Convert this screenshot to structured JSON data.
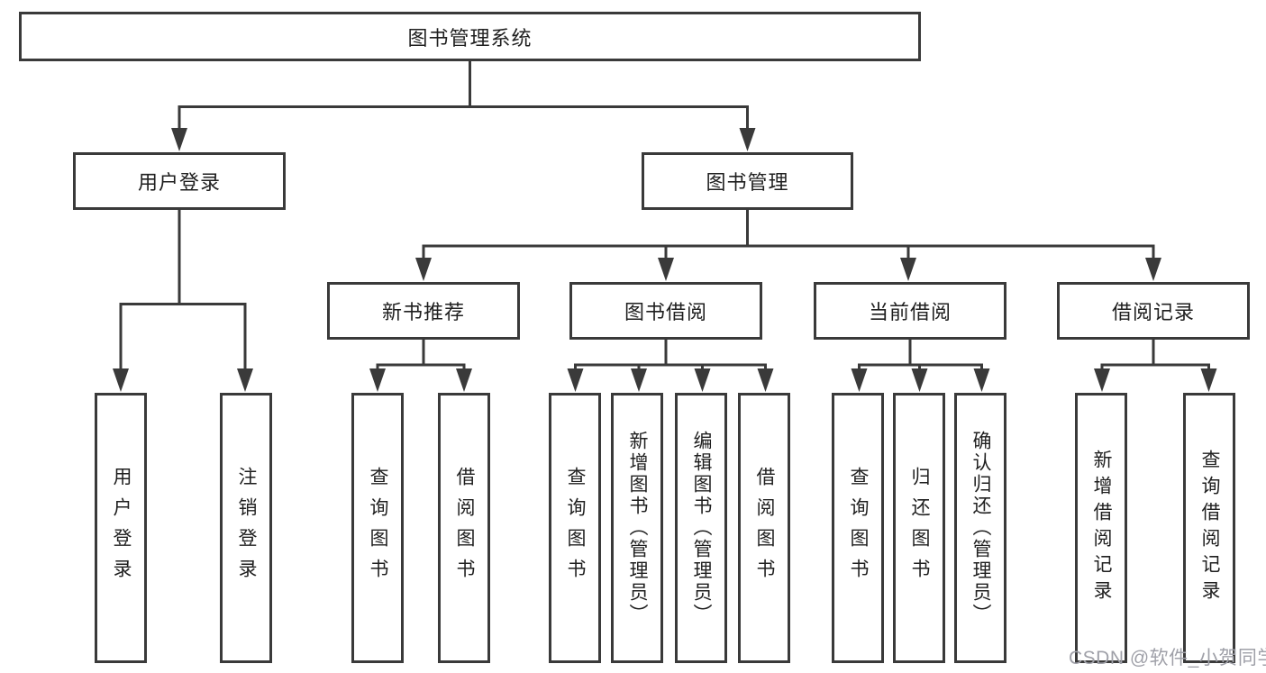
{
  "diagram_type": "hierarchy-flowchart",
  "nodes": {
    "root": {
      "label": "图书管理系统",
      "children": [
        {
          "label": "用户登录",
          "children": [
            {
              "label": "用户登录"
            },
            {
              "label": "注销登录"
            }
          ]
        },
        {
          "label": "图书管理",
          "children": [
            {
              "label": "新书推荐",
              "children": [
                {
                  "label": "查询图书"
                },
                {
                  "label": "借阅图书"
                }
              ]
            },
            {
              "label": "图书借阅",
              "children": [
                {
                  "label": "查询图书"
                },
                {
                  "label": "新增图书（管理员）"
                },
                {
                  "label": "编辑图书（管理员）"
                },
                {
                  "label": "借阅图书"
                }
              ]
            },
            {
              "label": "当前借阅",
              "children": [
                {
                  "label": "查询图书"
                },
                {
                  "label": "归还图书"
                },
                {
                  "label": "确认归还（管理员）"
                }
              ]
            },
            {
              "label": "借阅记录",
              "children": [
                {
                  "label": "新增借阅记录"
                },
                {
                  "label": "查询借阅记录"
                }
              ]
            }
          ]
        }
      ]
    }
  },
  "watermark": {
    "text": "CSDN @软件_小贺同学"
  },
  "colors": {
    "background": "#ffffff",
    "box_border": "#3a3a3a",
    "connector_line": "#3a3a3a",
    "text": "#1f1f1f",
    "watermark_text": "#9fa0a8"
  }
}
